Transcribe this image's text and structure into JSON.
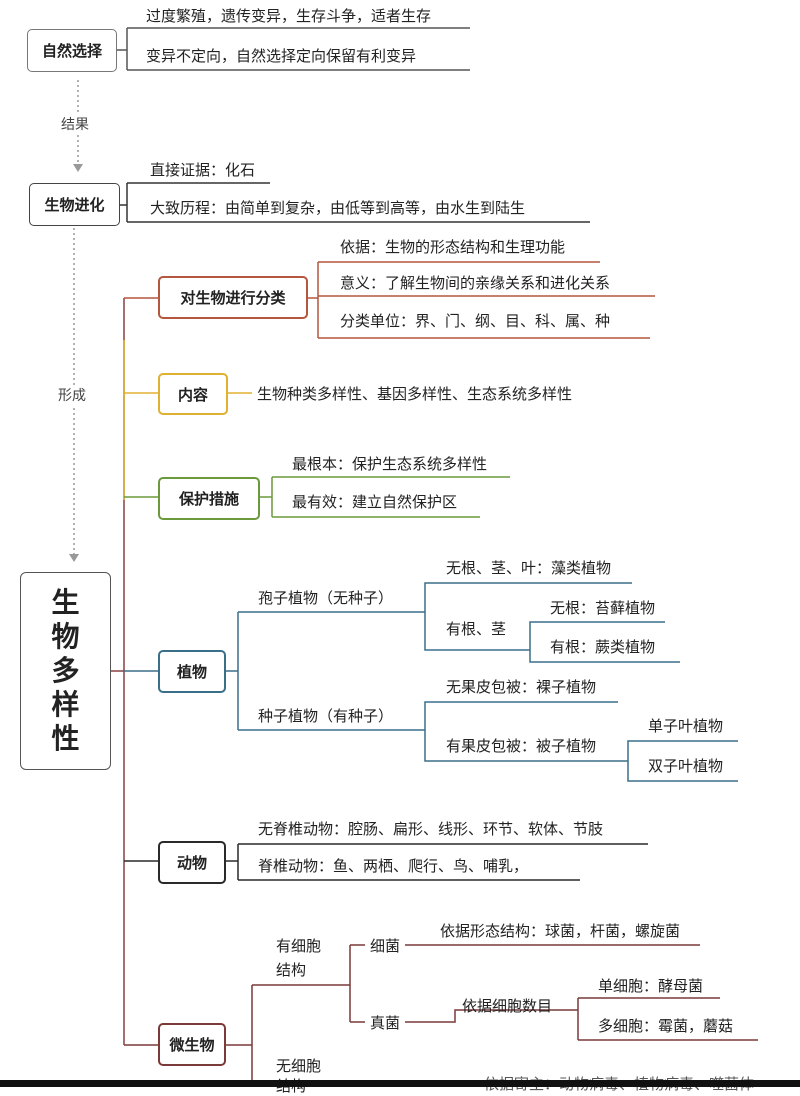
{
  "natural_selection": {
    "title": "自然选择",
    "items": [
      "过度繁殖，遗传变异，生存斗争，适者生存",
      "变异不定向，自然选择定向保留有利变异"
    ]
  },
  "result_label": "结果",
  "evolution": {
    "title": "生物进化",
    "items": [
      "直接证据：化石",
      "大致历程：由简单到复杂，由低等到高等，由水生到陆生"
    ]
  },
  "form_label": "形成",
  "biodiversity": {
    "chars": [
      "生",
      "物",
      "多",
      "样",
      "性"
    ]
  },
  "classification": {
    "title": "对生物进行分类",
    "items": [
      "依据：生物的形态结构和生理功能",
      "意义：了解生物间的亲缘关系和进化关系",
      "分类单位：界、门、纲、目、科、属、种"
    ]
  },
  "content": {
    "title": "内容",
    "text": "生物种类多样性、基因多样性、生态系统多样性"
  },
  "protection": {
    "title": "保护措施",
    "items": [
      "最根本：保护生态系统多样性",
      "最有效：建立自然保护区"
    ]
  },
  "plants": {
    "title": "植物",
    "spore": {
      "label": "孢子植物（无种子）",
      "no_root": "无根、茎、叶：藻类植物",
      "has_root_stem": "有根、茎",
      "no_root_moss": "无根：苔藓植物",
      "has_root_fern": "有根：蕨类植物"
    },
    "seed": {
      "label": "种子植物（有种子）",
      "gymno": "无果皮包被：裸子植物",
      "angio": "有果皮包被：被子植物",
      "mono": "单子叶植物",
      "di": "双子叶植物"
    }
  },
  "animals": {
    "title": "动物",
    "items": [
      "无脊椎动物：腔肠、扁形、线形、环节、软体、节肢",
      "脊椎动物：鱼、两栖、爬行、鸟、哺乳，"
    ]
  },
  "microbes": {
    "title": "微生物",
    "cellular": "有细胞结构",
    "cellular_l1": "有细胞",
    "cellular_l2": "结构",
    "bacteria": "细菌",
    "bacteria_basis": "依据形态结构：球菌，杆菌，螺旋菌",
    "fungi": "真菌",
    "fungi_basis": "依据细胞数目",
    "unicellular": "单细胞：酵母菌",
    "multicellular": "多细胞：霉菌，蘑菇",
    "acellular_l1": "无细胞",
    "acellular_l2": "结构",
    "virus_partial": "依据寄主：动物病毒、植物病毒、噬菌体"
  },
  "colors": {
    "natural": "#555555",
    "evolution": "#333333",
    "classification": "#b5563e",
    "content": "#e0b030",
    "protection": "#6a9a3c",
    "plants": "#3a6f8a",
    "animals": "#2a2a2a",
    "microbes": "#7a3a3a",
    "spine": "#8a4040"
  }
}
